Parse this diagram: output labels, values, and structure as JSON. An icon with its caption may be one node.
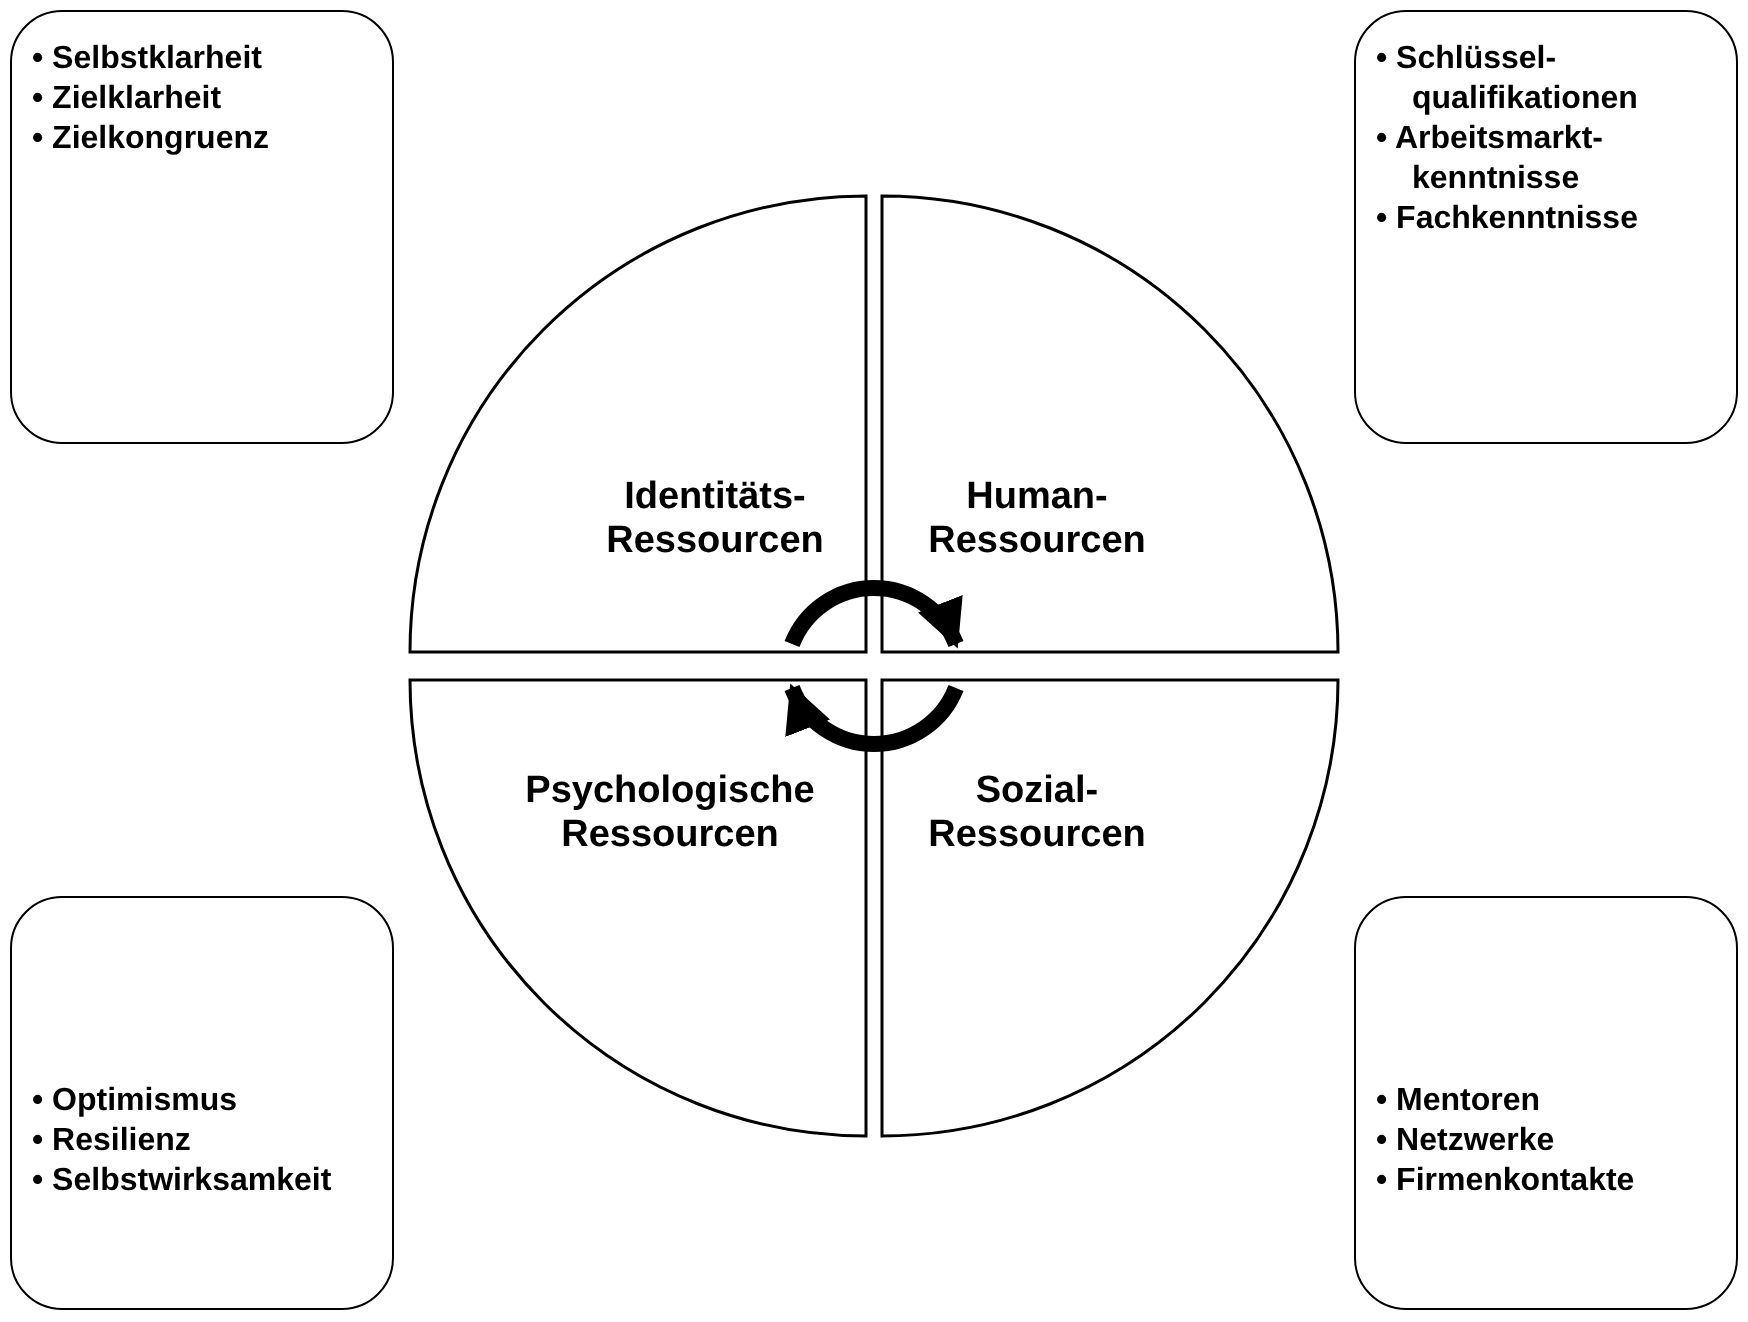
{
  "diagram": {
    "nodes": [
      {
        "text": [
          "• Selbstklarheit",
          "• Zielklarheit",
          "• Zielkongruenz"
        ]
      },
      {
        "text": [
          "• Schlüssel- qualifikationen",
          "• Arbeitsmarkt- kenntnisse",
          "• Fachkenntnisse"
        ]
      },
      {
        "text": [
          "Identitäts- Ressourcen"
        ]
      },
      {
        "text": [
          "Human- Ressourcen"
        ]
      },
      {
        "text": [
          "Psychologische Ressourcen"
        ]
      },
      {
        "text": [
          "Sozial- Ressourcen"
        ]
      },
      {
        "text": [
          "• Optimismus",
          "• Resilienz",
          "• Selbstwirksamkeit"
        ]
      },
      {
        "text": [
          "• Mentoren",
          "• Netzwerke",
          "• Firmenkontakte"
        ]
      }
    ],
    "edges": [
      {
        "from": 2,
        "to": 3,
        "arrow": "to"
      },
      {
        "from": 5,
        "to": 4,
        "arrow": "to"
      }
    ]
  }
}
